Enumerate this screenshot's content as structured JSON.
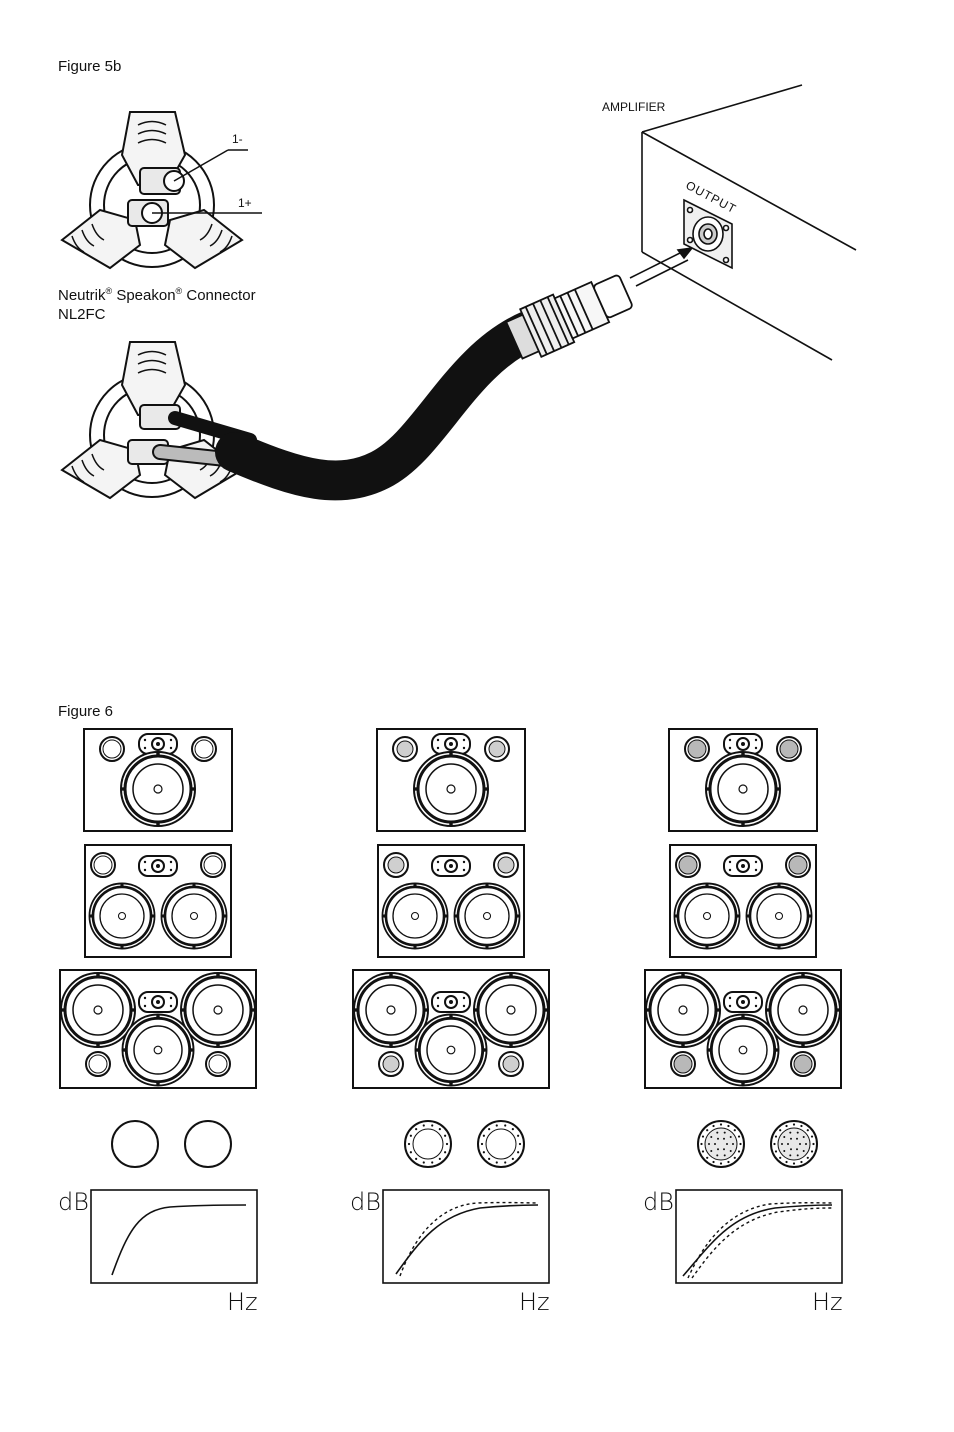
{
  "figure5b": {
    "label": "Figure 5b",
    "pin_minus": "1-",
    "pin_plus": "1+",
    "connector_brand": "Neutrik",
    "reg_mark": "®",
    "connector_line": "Speakon",
    "connector_word": "Connector",
    "connector_model": "NL2FC",
    "amplifier_label": "AMPLIFIER",
    "output_label": "OUTPUT"
  },
  "figure6": {
    "label": "Figure 6",
    "columns": [
      {
        "port_style": "plain",
        "curve": "single"
      },
      {
        "port_style": "ring",
        "curve": "dotted-pair"
      },
      {
        "port_style": "dotted",
        "curve": "dotted-triple"
      }
    ],
    "y_label": "dB",
    "x_label": "Hz"
  }
}
